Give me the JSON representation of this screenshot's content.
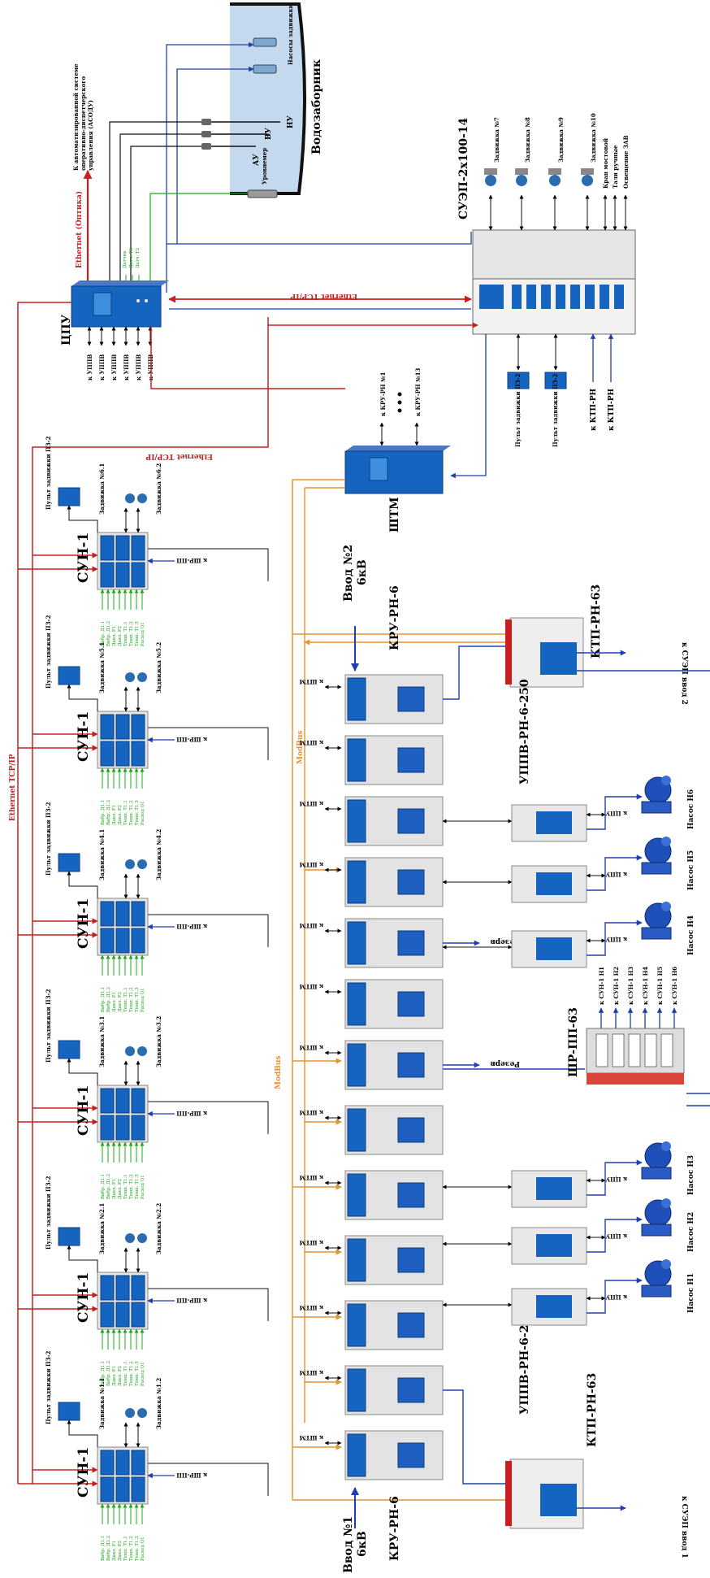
{
  "title": {
    "water_intake": "Водозаборник",
    "acs_text_1": "К автоматизированной системе",
    "acs_text_2": "оперативно-диспетчерского",
    "acs_text_3": "управления (АСОДУ)"
  },
  "levels": [
    "АУ",
    "ВУ",
    "НУ"
  ],
  "level_gauge": "Уровнемер",
  "pump_gates": "Насосы задвижки",
  "network": {
    "eth_optic": "Ethernet (Оптика)",
    "eth_tcp": "Ethernet TCP/IP",
    "modbus": "ModBus"
  },
  "devices": {
    "ctpu": "ЦПУ",
    "shtm": "ШТМ",
    "suep": "СУЭП-2х100-14",
    "kru": "КРУ-РН-6",
    "ktp": "КТП-РН-63",
    "uppv": "УППВ-РН-6-250",
    "shr_pp": "ШР-ПП-63",
    "sun": "СУН-1"
  },
  "ctpu_links": [
    "к УППВ",
    "к УППВ",
    "к УППВ",
    "к УППВ",
    "к УППВ",
    "к УППВ"
  ],
  "green_tags": [
    "Датчик",
    "Датч. Т3",
    "Датч. Т2"
  ],
  "shtm_links": [
    "к КРУ-РН №1",
    "к КРУ-РН №13"
  ],
  "valves_suep": [
    "Задвижка №7",
    "Задвижка №8",
    "Задвижка №9",
    "Задвижка №10",
    "Кран мостовой",
    "Тали ручные",
    "Освещение ЗАВ"
  ],
  "suep_remotes": [
    "Пульт задвижки ПЗ-2",
    "Пульт задвижки ПЗ-2"
  ],
  "ktp_links": [
    "к КТП-РН",
    "к КТП-РН"
  ],
  "inputs": {
    "vvod2": "Ввод №2",
    "vvod1": "Ввод №1",
    "kv": "6кВ"
  },
  "kru_link": "к ШТМ",
  "reserve": "Резерв",
  "to_ctpu": "к ЦПУ",
  "to_shrpp": "к ШР-ПП",
  "suep_in2": "к СУЭП ввод 2",
  "suep_in1": "к СУЭП ввод 1",
  "pumps": [
    "Насос Н6",
    "Насос Н5",
    "Насос Н4",
    "Насос Н3",
    "Насос Н2",
    "Насос Н1"
  ],
  "shr_links": [
    "к СУН-1 Н1",
    "к СУН-1 Н2",
    "к СУН-1 Н3",
    "к СУН-1 Н4",
    "к СУН-1 Н5",
    "к СУН-1 Н6"
  ],
  "sun_units": [
    {
      "remote": "Пульт задвижки ПЗ-2",
      "v1": "Задвижка №6.1",
      "v2": "Задвижка №6.2"
    },
    {
      "remote": "Пульт задвижки ПЗ-2",
      "v1": "Задвижка №5.1",
      "v2": "Задвижка №5.2"
    },
    {
      "remote": "Пульт задвижки ПЗ-2",
      "v1": "Задвижка №4.1",
      "v2": "Задвижка №4.2"
    },
    {
      "remote": "Пульт задвижки ПЗ-2",
      "v1": "Задвижка №3.1",
      "v2": "Задвижка №3.2"
    },
    {
      "remote": "Пульт задвижки ПЗ-2",
      "v1": "Задвижка №2.1",
      "v2": "Задвижка №2.2"
    },
    {
      "remote": "Пульт задвижки ПЗ-2",
      "v1": "Задвижка №1.1",
      "v2": "Задвижка №1.2"
    }
  ],
  "sun_sensors": [
    "Вибр. Д1.1",
    "Вибр. Д1.2",
    "Давл. Р1",
    "Давл. Р2",
    "Темп. Т1.1",
    "Темп. Т1.2",
    "Темп. Т1.3",
    "Расход Q1"
  ],
  "colors": {
    "red": "#c8201e",
    "blue": "#1f3fb0",
    "orange": "#e8922e",
    "green": "#1ea81e",
    "cabinet": "#1565c0",
    "water": "#c5d9ee"
  }
}
